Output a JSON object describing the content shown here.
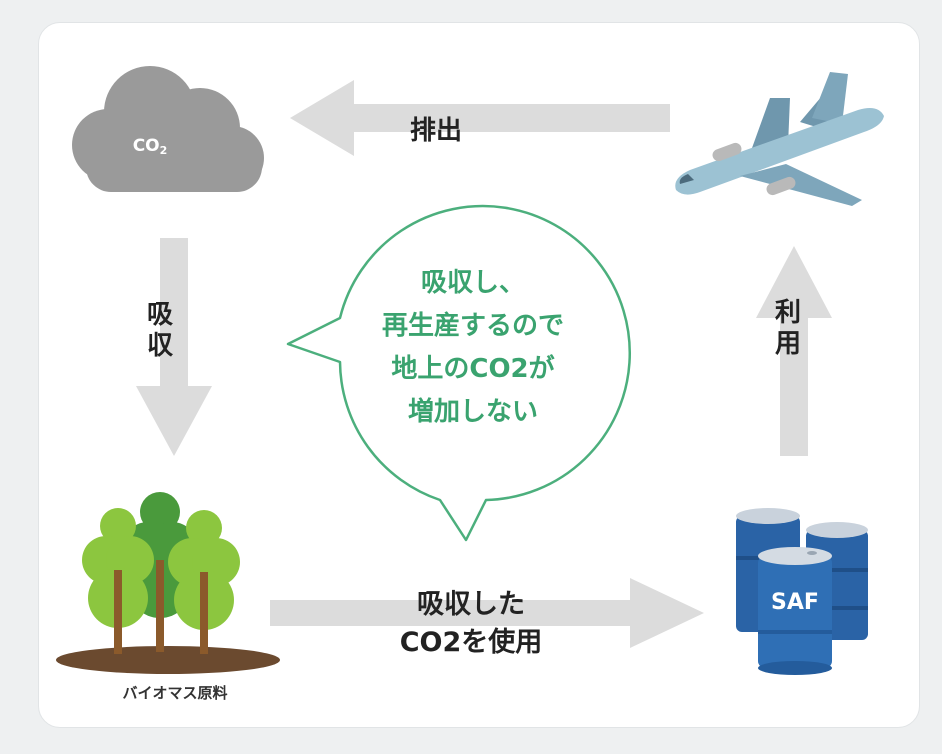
{
  "cycle": {
    "cloud_label": "CO",
    "cloud_subscript": "2",
    "emission_label": "排出",
    "absorb_line1": "吸",
    "absorb_line2": "収",
    "use_line1": "利",
    "use_line2": "用",
    "bottom_line1": "吸収した",
    "bottom_line2": "CO2を使用",
    "biomass_label": "バイオマス原料",
    "fuel_label": "SAF",
    "bubble_line1": "吸収し、",
    "bubble_line2": "再生産するので",
    "bubble_line3": "地上のCO2が",
    "bubble_line4": "増加しない"
  },
  "icons": [
    "cloud-icon",
    "airplane-icon",
    "trees-icon",
    "fuel-barrels-icon"
  ],
  "colors": {
    "arrow": "#dcdcdc",
    "cloud": "#9a9a9a",
    "bubble_border": "#4caf7d",
    "bubble_text": "#3aa36f",
    "airplane": "#8fb6c8",
    "barrel": "#2f6fb5",
    "tree_light": "#8cc63f",
    "tree_dark": "#4a9a3c",
    "trunk": "#8b5a2b"
  }
}
